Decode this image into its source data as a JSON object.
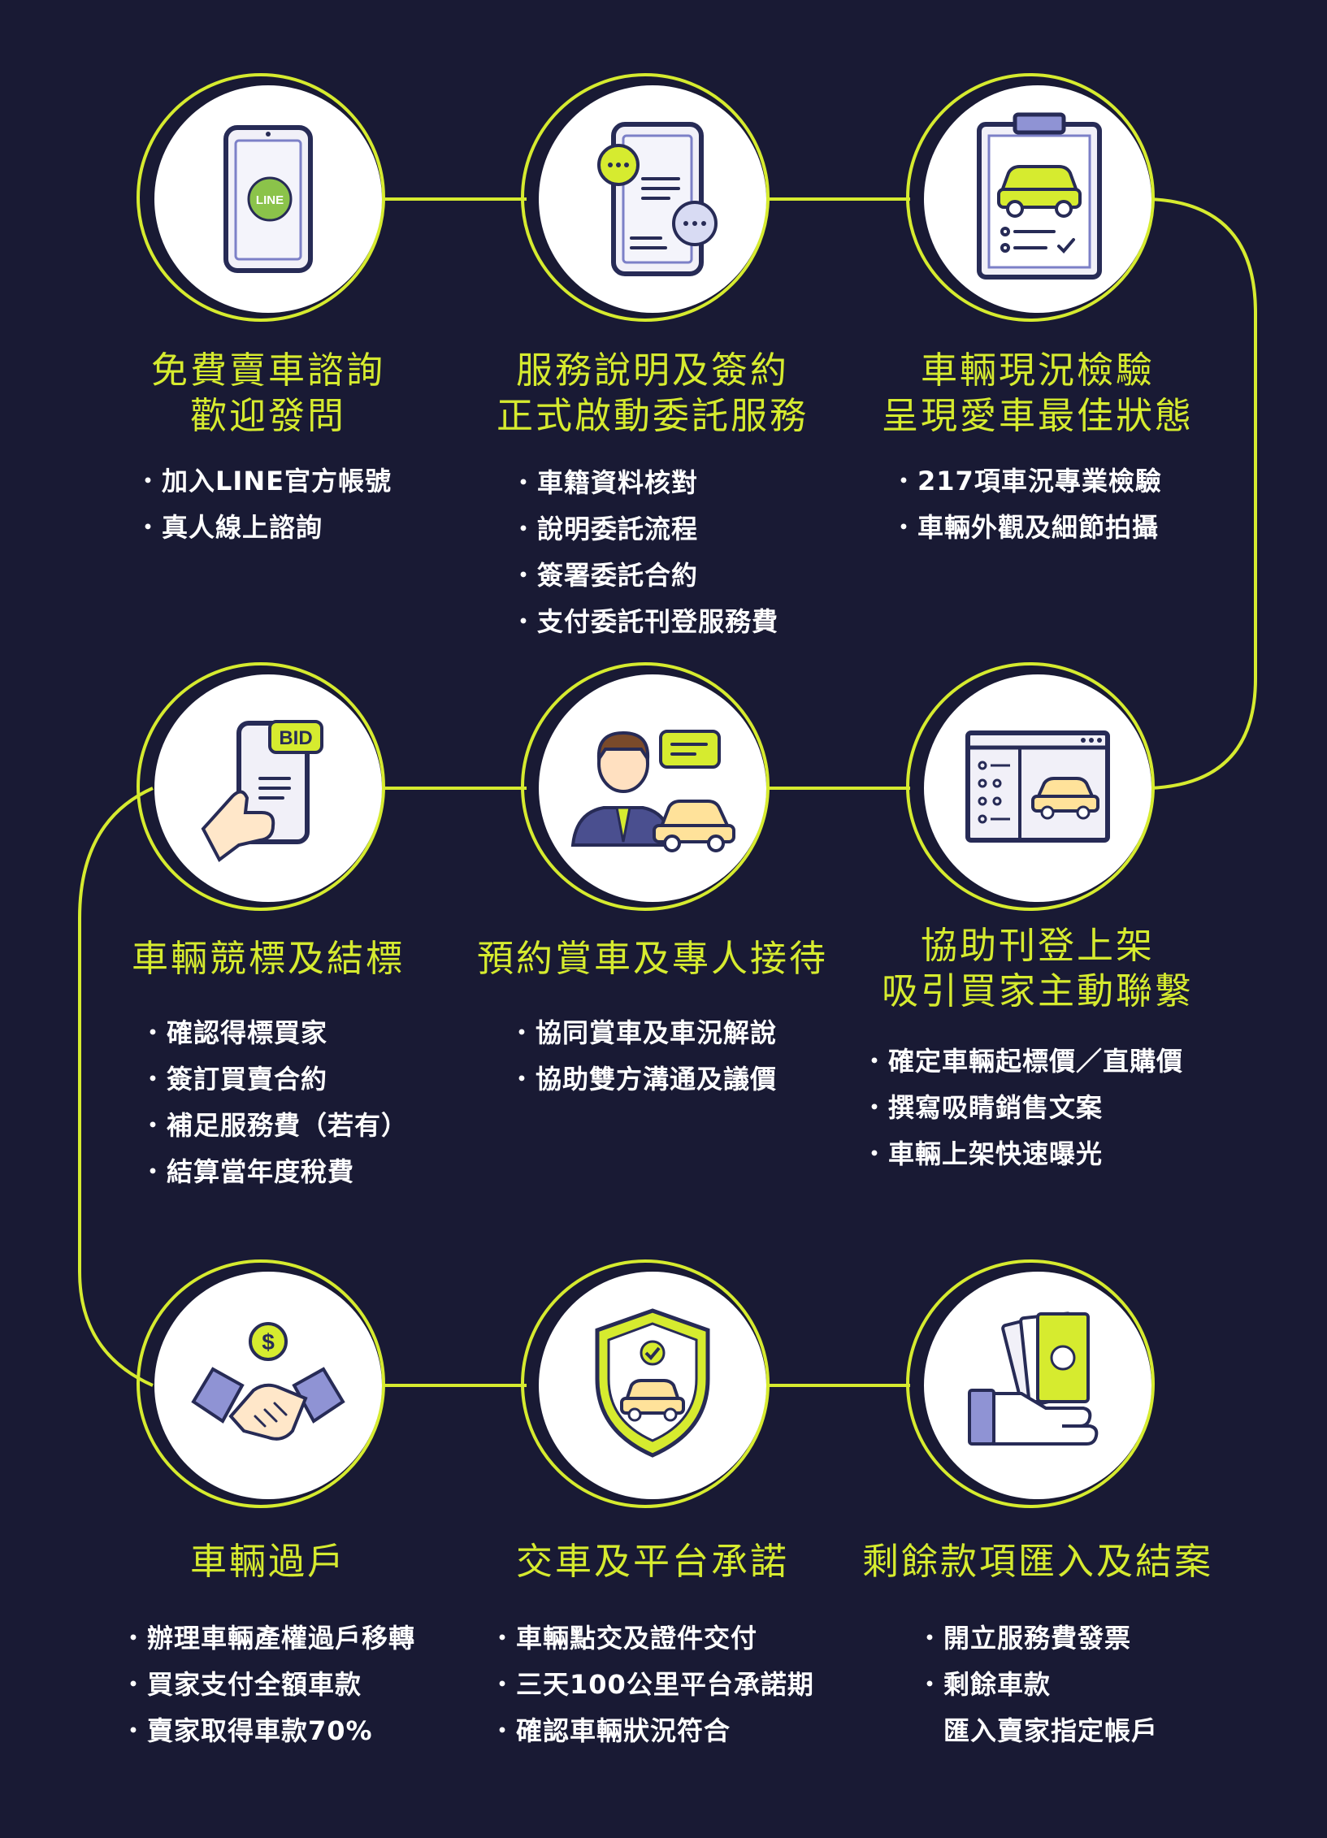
{
  "accent_color": "#d6eb2f",
  "background_color": "#191a34",
  "steps": [
    {
      "icon": "line-app-phone-icon",
      "title_lines": [
        "免費賣車諮詢",
        "歡迎發問"
      ],
      "bullets": [
        "加入LINE官方帳號",
        "真人線上諮詢"
      ]
    },
    {
      "icon": "chat-phone-icon",
      "title_lines": [
        "服務說明及簽約",
        "正式啟動委託服務"
      ],
      "bullets": [
        "車籍資料核對",
        "說明委託流程",
        "簽署委託合約",
        "支付委託刊登服務費"
      ]
    },
    {
      "icon": "car-inspection-clipboard-icon",
      "title_lines": [
        "車輛現況檢驗",
        "呈現愛車最佳狀態"
      ],
      "bullets": [
        "217項車況專業檢驗",
        "車輛外觀及細節拍攝"
      ]
    },
    {
      "icon": "car-listing-window-icon",
      "title_lines": [
        "協助刊登上架",
        "吸引買家主動聯繫"
      ],
      "bullets": [
        "確定車輛起標價／直購價",
        "撰寫吸睛銷售文案",
        "車輛上架快速曝光"
      ]
    },
    {
      "icon": "agent-with-car-icon",
      "title_lines": [
        "預約賞車及專人接待"
      ],
      "bullets": [
        "協同賞車及車況解說",
        "協助雙方溝通及議價"
      ]
    },
    {
      "icon": "bid-phone-hand-icon",
      "title_lines": [
        "車輛競標及結標"
      ],
      "bullets": [
        "確認得標買家",
        "簽訂買賣合約",
        "補足服務費（若有）",
        "結算當年度稅費"
      ]
    },
    {
      "icon": "handshake-dollar-icon",
      "title_lines": [
        "車輛過戶"
      ],
      "bullets": [
        "辦理車輛產權過戶移轉",
        "買家支付全額車款",
        "賣家取得車款70%"
      ]
    },
    {
      "icon": "car-shield-check-icon",
      "title_lines": [
        "交車及平台承諾"
      ],
      "bullets": [
        "車輛點交及證件交付",
        "三天100公里平台承諾期",
        "確認車輛狀況符合"
      ]
    },
    {
      "icon": "cash-in-hand-icon",
      "title_lines": [
        "剩餘款項匯入及結案"
      ],
      "bullets": [
        "開立服務費發票",
        "剩餘車款",
        "匯入賣家指定帳戶"
      ]
    }
  ]
}
